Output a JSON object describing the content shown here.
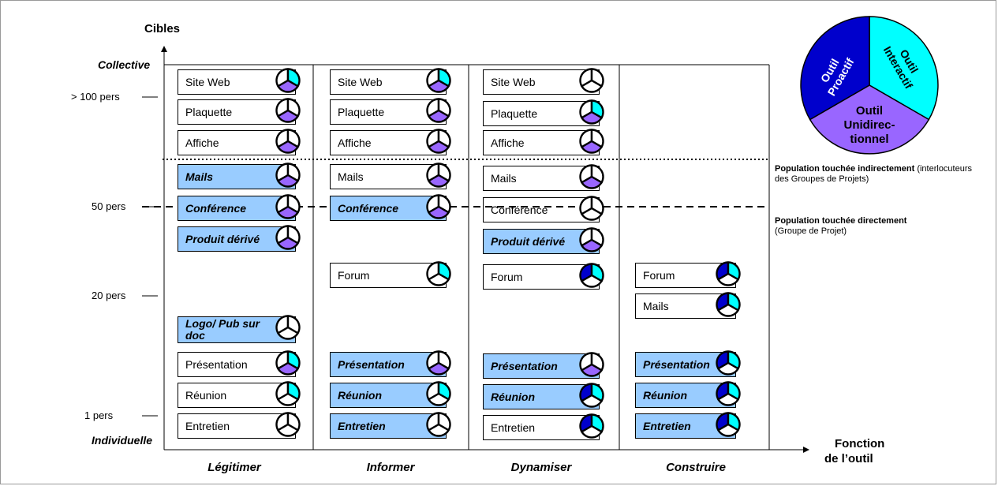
{
  "y_axis_title": "Cibles",
  "x_axis_title_line1": "Fonction",
  "x_axis_title_line2": "de l’outil",
  "levels": {
    "top": "Collective",
    "bottom": "Individuelle"
  },
  "y_ticks": [
    "> 100 pers",
    "50 pers",
    "20 pers",
    "1 pers"
  ],
  "columns": [
    "Légitimer",
    "Informer",
    "Dynamiser",
    "Construire"
  ],
  "legend_pie": {
    "proactif": "Outil Proactif",
    "interactif": "Outil Interactif",
    "unidirectionnel": "Outil Unidirec-tionnel",
    "colors": {
      "proactif": "#0000cc",
      "interactif": "#00ffff",
      "unidirectionnel": "#9966ff",
      "empty": "#ffffff",
      "highlight": "#99ccff"
    }
  },
  "zones": {
    "indirect_bold": "Population touchée indirectement",
    "indirect_rest": "(interlocuteurs des Groupes de Projets)",
    "direct_bold": "Population touchée directement",
    "direct_rest": "(Groupe de Projet)"
  },
  "tools": {
    "legitimer": [
      {
        "label": "Site Web",
        "fill": [
          "",
          "interactif",
          "unidirectionnel"
        ]
      },
      {
        "label": "Plaquette",
        "fill": [
          "",
          "",
          "unidirectionnel"
        ]
      },
      {
        "label": "Affiche",
        "fill": [
          "",
          "",
          "unidirectionnel"
        ]
      },
      {
        "label": "Mails",
        "fill": [
          "",
          "",
          "unidirectionnel"
        ]
      },
      {
        "label": "Conférence",
        "fill": [
          "",
          "",
          "unidirectionnel"
        ]
      },
      {
        "label": "Produit dérivé",
        "fill": [
          "",
          "",
          "unidirectionnel"
        ]
      },
      {
        "label": "Logo/ Pub sur doc",
        "fill": [
          "",
          "",
          ""
        ]
      },
      {
        "label": "Présentation",
        "fill": [
          "",
          "interactif",
          "unidirectionnel"
        ]
      },
      {
        "label": "Réunion",
        "fill": [
          "",
          "interactif",
          ""
        ]
      },
      {
        "label": "Entretien",
        "fill": [
          "",
          "",
          ""
        ]
      }
    ],
    "informer": [
      {
        "label": "Site Web",
        "fill": [
          "",
          "interactif",
          "unidirectionnel"
        ]
      },
      {
        "label": "Plaquette",
        "fill": [
          "",
          "",
          "unidirectionnel"
        ]
      },
      {
        "label": "Affiche",
        "fill": [
          "",
          "",
          "unidirectionnel"
        ]
      },
      {
        "label": "Mails",
        "fill": [
          "",
          "",
          "unidirectionnel"
        ]
      },
      {
        "label": "Conférence",
        "fill": [
          "",
          "",
          "unidirectionnel"
        ]
      },
      {
        "label": "Forum",
        "fill": [
          "",
          "interactif",
          ""
        ]
      },
      {
        "label": "Présentation",
        "fill": [
          "",
          "",
          "unidirectionnel"
        ]
      },
      {
        "label": "Réunion",
        "fill": [
          "",
          "interactif",
          ""
        ]
      },
      {
        "label": "Entretien",
        "fill": [
          "",
          "",
          ""
        ]
      }
    ],
    "dynamiser": [
      {
        "label": "Site Web",
        "fill": [
          "",
          "",
          ""
        ]
      },
      {
        "label": "Plaquette",
        "fill": [
          "",
          "interactif",
          "unidirectionnel"
        ]
      },
      {
        "label": "Affiche",
        "fill": [
          "",
          "",
          "unidirectionnel"
        ]
      },
      {
        "label": "Mails",
        "fill": [
          "",
          "",
          "unidirectionnel"
        ]
      },
      {
        "label": "Conférence",
        "fill": [
          "",
          "",
          ""
        ]
      },
      {
        "label": "Produit dérivé",
        "fill": [
          "",
          "",
          "unidirectionnel"
        ]
      },
      {
        "label": "Forum",
        "fill": [
          "proactif",
          "interactif",
          ""
        ]
      },
      {
        "label": "Présentation",
        "fill": [
          "",
          "",
          "unidirectionnel"
        ]
      },
      {
        "label": "Réunion",
        "fill": [
          "proactif",
          "interactif",
          ""
        ]
      },
      {
        "label": "Entretien",
        "fill": [
          "proactif",
          "interactif",
          ""
        ]
      }
    ],
    "construire": [
      {
        "label": "Forum",
        "fill": [
          "proactif",
          "interactif",
          ""
        ]
      },
      {
        "label": "Mails",
        "fill": [
          "proactif",
          "interactif",
          ""
        ]
      },
      {
        "label": "Présentation",
        "fill": [
          "proactif",
          "interactif",
          ""
        ]
      },
      {
        "label": "Réunion",
        "fill": [
          "proactif",
          "interactif",
          ""
        ]
      },
      {
        "label": "Entretien",
        "fill": [
          "proactif",
          "interactif",
          ""
        ]
      }
    ]
  }
}
